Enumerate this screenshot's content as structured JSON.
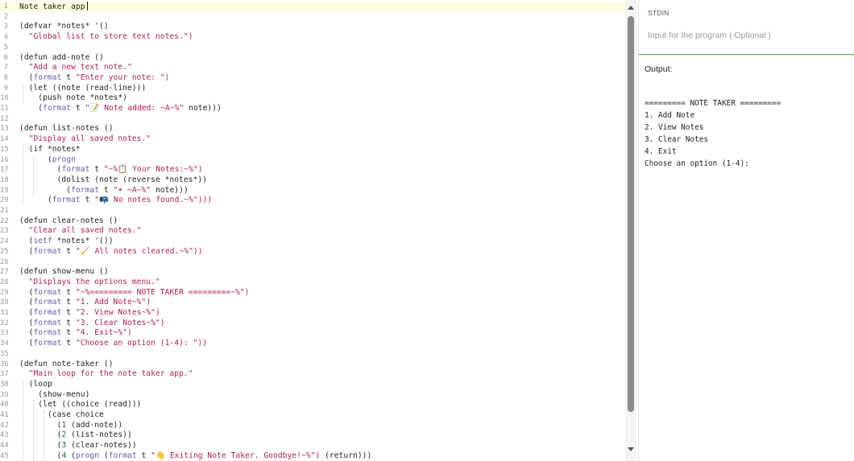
{
  "editor": {
    "lines": [
      {
        "num": "1",
        "segs": [
          {
            "t": "Note taker app",
            "c": "def"
          }
        ],
        "cursor": true
      },
      {
        "num": "2",
        "segs": []
      },
      {
        "num": "3",
        "segs": [
          {
            "t": "(defvar *notes* '()",
            "c": "def"
          }
        ]
      },
      {
        "num": "4",
        "segs": [
          {
            "t": "  ",
            "c": "def"
          },
          {
            "t": "\"Global list to store text notes.\")",
            "c": "str"
          }
        ]
      },
      {
        "num": "5",
        "segs": []
      },
      {
        "num": "6",
        "segs": [
          {
            "t": "(defun add-note ()",
            "c": "def"
          }
        ]
      },
      {
        "num": "7",
        "segs": [
          {
            "t": "  ",
            "c": "def"
          },
          {
            "t": "\"Add a new text note.\"",
            "c": "str"
          }
        ]
      },
      {
        "num": "8",
        "segs": [
          {
            "t": "  (",
            "c": "def"
          },
          {
            "t": "format",
            "c": "kw"
          },
          {
            "t": " t ",
            "c": "def"
          },
          {
            "t": "\"Enter your note: \")",
            "c": "str"
          }
        ]
      },
      {
        "num": "9",
        "segs": [
          {
            "t": "  (let ((note (read-line)))",
            "c": "def"
          }
        ]
      },
      {
        "num": "10",
        "segs": [
          {
            "t": "    (push note *notes*)",
            "c": "def"
          }
        ]
      },
      {
        "num": "11",
        "segs": [
          {
            "t": "    (",
            "c": "def"
          },
          {
            "t": "format",
            "c": "kw"
          },
          {
            "t": " t ",
            "c": "def"
          },
          {
            "t": "\"📝 Note added: ~A~%\"",
            "c": "str"
          },
          {
            "t": " note)))",
            "c": "def"
          }
        ]
      },
      {
        "num": "12",
        "segs": []
      },
      {
        "num": "13",
        "segs": [
          {
            "t": "(defun list-notes ()",
            "c": "def"
          }
        ]
      },
      {
        "num": "14",
        "segs": [
          {
            "t": "  ",
            "c": "def"
          },
          {
            "t": "\"Display all saved notes.\"",
            "c": "str"
          }
        ]
      },
      {
        "num": "15",
        "segs": [
          {
            "t": "  (if *notes*",
            "c": "def"
          }
        ]
      },
      {
        "num": "16",
        "segs": [
          {
            "t": "      (",
            "c": "def"
          },
          {
            "t": "progn",
            "c": "kw"
          }
        ]
      },
      {
        "num": "17",
        "segs": [
          {
            "t": "        (",
            "c": "def"
          },
          {
            "t": "format",
            "c": "kw"
          },
          {
            "t": " t ",
            "c": "def"
          },
          {
            "t": "\"~%📋 Your Notes:~%\")",
            "c": "str"
          }
        ]
      },
      {
        "num": "18",
        "segs": [
          {
            "t": "        (dolist (note (reverse *notes*))",
            "c": "def"
          }
        ]
      },
      {
        "num": "19",
        "segs": [
          {
            "t": "          (",
            "c": "def"
          },
          {
            "t": "format",
            "c": "kw"
          },
          {
            "t": " t ",
            "c": "def"
          },
          {
            "t": "\"• ~A~%\"",
            "c": "str"
          },
          {
            "t": " note)))",
            "c": "def"
          }
        ]
      },
      {
        "num": "20",
        "segs": [
          {
            "t": "      (",
            "c": "def"
          },
          {
            "t": "format",
            "c": "kw"
          },
          {
            "t": " t ",
            "c": "def"
          },
          {
            "t": "\"📭 No notes found.~%\")))",
            "c": "str"
          }
        ]
      },
      {
        "num": "21",
        "segs": []
      },
      {
        "num": "22",
        "segs": [
          {
            "t": "(defun clear-notes ()",
            "c": "def"
          }
        ]
      },
      {
        "num": "23",
        "segs": [
          {
            "t": "  ",
            "c": "def"
          },
          {
            "t": "\"Clear all saved notes.\"",
            "c": "str"
          }
        ]
      },
      {
        "num": "24",
        "segs": [
          {
            "t": "  (",
            "c": "def"
          },
          {
            "t": "setf",
            "c": "kw"
          },
          {
            "t": " *notes* '())",
            "c": "def"
          }
        ]
      },
      {
        "num": "25",
        "segs": [
          {
            "t": "  (",
            "c": "def"
          },
          {
            "t": "format",
            "c": "kw"
          },
          {
            "t": " t ",
            "c": "def"
          },
          {
            "t": "\"🧹 All notes cleared.~%\"))",
            "c": "str"
          }
        ]
      },
      {
        "num": "26",
        "segs": []
      },
      {
        "num": "27",
        "segs": [
          {
            "t": "(defun show-menu ()",
            "c": "def"
          }
        ]
      },
      {
        "num": "28",
        "segs": [
          {
            "t": "  ",
            "c": "def"
          },
          {
            "t": "\"Displays the options menu.\"",
            "c": "str"
          }
        ]
      },
      {
        "num": "29",
        "segs": [
          {
            "t": "  (",
            "c": "def"
          },
          {
            "t": "format",
            "c": "kw"
          },
          {
            "t": " t ",
            "c": "def"
          },
          {
            "t": "\"~%========= NOTE TAKER =========~%\")",
            "c": "str"
          }
        ]
      },
      {
        "num": "30",
        "segs": [
          {
            "t": "  (",
            "c": "def"
          },
          {
            "t": "format",
            "c": "kw"
          },
          {
            "t": " t ",
            "c": "def"
          },
          {
            "t": "\"1. Add Note~%\")",
            "c": "str"
          }
        ]
      },
      {
        "num": "31",
        "segs": [
          {
            "t": "  (",
            "c": "def"
          },
          {
            "t": "format",
            "c": "kw"
          },
          {
            "t": " t ",
            "c": "def"
          },
          {
            "t": "\"2. View Notes~%\")",
            "c": "str"
          }
        ]
      },
      {
        "num": "32",
        "segs": [
          {
            "t": "  (",
            "c": "def"
          },
          {
            "t": "format",
            "c": "kw"
          },
          {
            "t": " t ",
            "c": "def"
          },
          {
            "t": "\"3. Clear Notes~%\")",
            "c": "str"
          }
        ]
      },
      {
        "num": "33",
        "segs": [
          {
            "t": "  (",
            "c": "def"
          },
          {
            "t": "format",
            "c": "kw"
          },
          {
            "t": " t ",
            "c": "def"
          },
          {
            "t": "\"4. Exit~%\")",
            "c": "str"
          }
        ]
      },
      {
        "num": "34",
        "segs": [
          {
            "t": "  (",
            "c": "def"
          },
          {
            "t": "format",
            "c": "kw"
          },
          {
            "t": " t ",
            "c": "def"
          },
          {
            "t": "\"Choose an option (1-4): \"))",
            "c": "str"
          }
        ]
      },
      {
        "num": "35",
        "segs": []
      },
      {
        "num": "36",
        "segs": [
          {
            "t": "(defun note-taker ()",
            "c": "def"
          }
        ]
      },
      {
        "num": "37",
        "segs": [
          {
            "t": "  ",
            "c": "def"
          },
          {
            "t": "\"Main loop for the note taker app.\"",
            "c": "str"
          }
        ]
      },
      {
        "num": "38",
        "segs": [
          {
            "t": "  (loop",
            "c": "def"
          }
        ]
      },
      {
        "num": "39",
        "segs": [
          {
            "t": "    (show-menu)",
            "c": "def"
          }
        ]
      },
      {
        "num": "40",
        "segs": [
          {
            "t": "    (let ((choice (read)))",
            "c": "def"
          }
        ]
      },
      {
        "num": "41",
        "segs": [
          {
            "t": "      (case choice",
            "c": "def"
          }
        ]
      },
      {
        "num": "42",
        "segs": [
          {
            "t": "        (",
            "c": "def"
          },
          {
            "t": "1",
            "c": "num"
          },
          {
            "t": " (add-note))",
            "c": "def"
          }
        ]
      },
      {
        "num": "43",
        "segs": [
          {
            "t": "        (",
            "c": "def"
          },
          {
            "t": "2",
            "c": "num"
          },
          {
            "t": " (list-notes))",
            "c": "def"
          }
        ]
      },
      {
        "num": "44",
        "segs": [
          {
            "t": "        (",
            "c": "def"
          },
          {
            "t": "3",
            "c": "num"
          },
          {
            "t": " (clear-notes))",
            "c": "def"
          }
        ]
      },
      {
        "num": "45",
        "segs": [
          {
            "t": "        (",
            "c": "def"
          },
          {
            "t": "4",
            "c": "num"
          },
          {
            "t": " (",
            "c": "def"
          },
          {
            "t": "progn",
            "c": "kw"
          },
          {
            "t": " (",
            "c": "def"
          },
          {
            "t": "format",
            "c": "kw"
          },
          {
            "t": " t ",
            "c": "def"
          },
          {
            "t": "\"👋 Exiting Note Taker. Goodbye!~%\")",
            "c": "str"
          },
          {
            "t": " (return)))",
            "c": "def"
          }
        ]
      }
    ]
  },
  "stdin": {
    "label": "STDIN",
    "placeholder": "Input for the program ( Optional )"
  },
  "output": {
    "label": "Output:",
    "text": "========= NOTE TAKER =========\n1. Add Note\n2. View Notes\n3. Clear Notes\n4. Exit\nChoose an option (1-4):"
  },
  "colors": {
    "keyword": "#6b5bb0",
    "string": "#b3214a",
    "number": "#1c6e3e",
    "divider": "#2eaa5a",
    "current_line": "#fdfde0"
  }
}
